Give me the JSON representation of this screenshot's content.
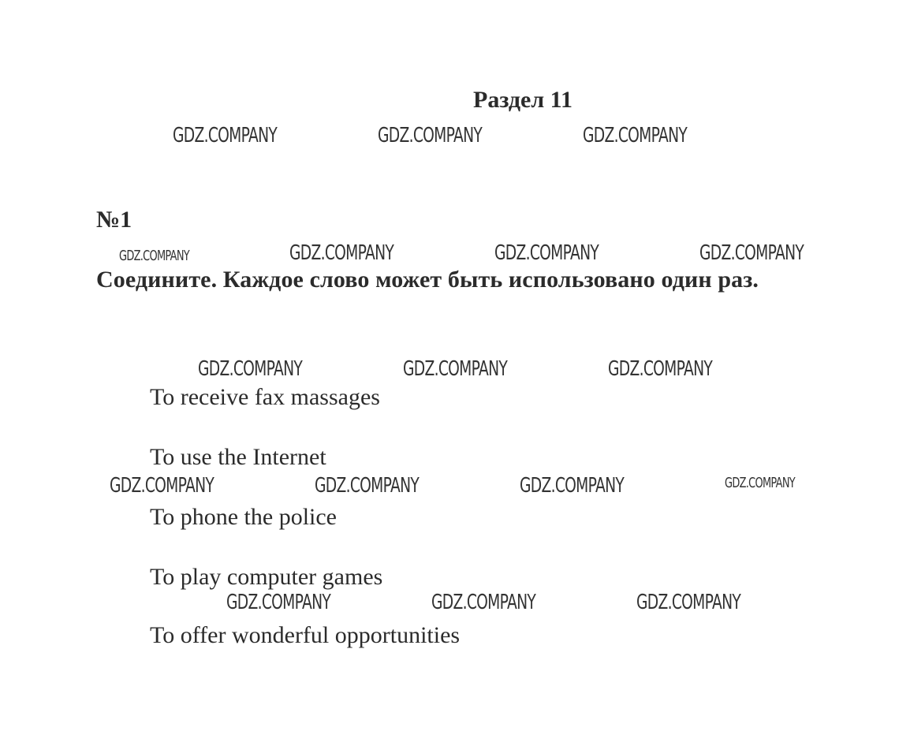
{
  "header": {
    "section_title": "Раздел 11"
  },
  "task": {
    "number": "№1",
    "instruction": "Соедините. Каждое слово может быть использовано один раз."
  },
  "phrases": [
    "To receive fax massages",
    "To use the Internet",
    "To phone the police",
    "To play computer games",
    "To offer wonderful opportunities"
  ],
  "watermark": {
    "text": "GDZ.COMPANY"
  }
}
